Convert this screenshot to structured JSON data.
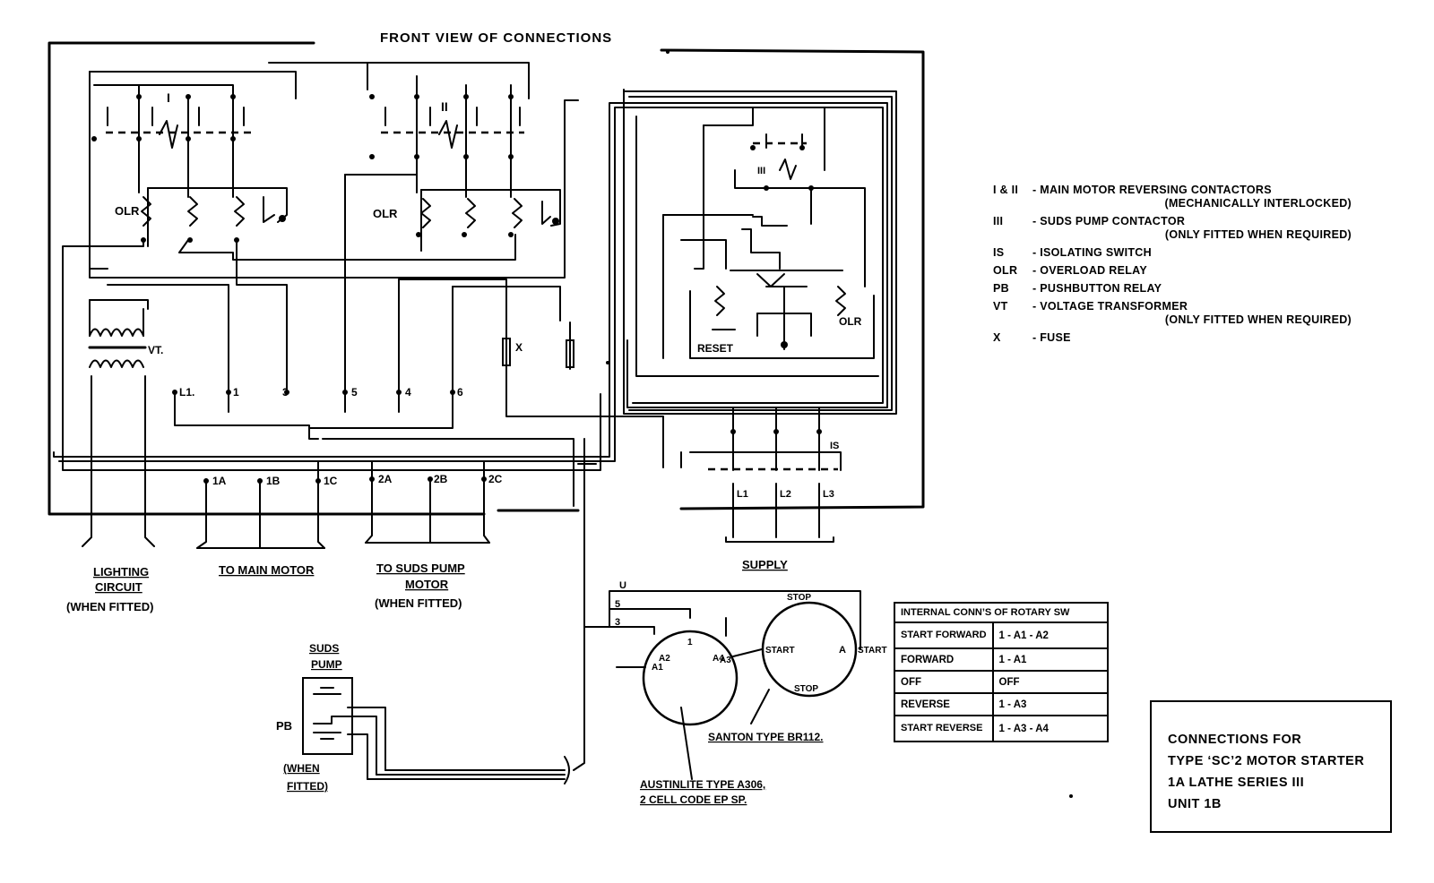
{
  "title": "FRONT VIEW OF CONNECTIONS",
  "components": {
    "contactor_1": "I",
    "contactor_2": "II",
    "contactor_3": "III",
    "olr_left": "OLR",
    "olr_mid": "OLR",
    "olr_right": "OLR",
    "vt": "VT.",
    "fuse": "X",
    "reset": "RESET",
    "isolator": "IS"
  },
  "terminals": {
    "t_l1": "L1.",
    "t_1": "1",
    "t_3": "3",
    "t_5": "5",
    "t_4": "4",
    "t_6": "6",
    "t_1a": "1A",
    "t_1b": "1B",
    "t_1c": "1C",
    "t_2a": "2A",
    "t_2b": "2B",
    "t_2c": "2C",
    "t_sl1": "L1",
    "t_sl2": "L2",
    "t_sl3": "L3"
  },
  "captions": {
    "lighting_1": "LIGHTING",
    "lighting_2": "CIRCUIT",
    "lighting_3": "(WHEN FITTED)",
    "main_motor": "TO MAIN MOTOR",
    "suds_motor_1": "TO SUDS PUMP",
    "suds_motor_2": "MOTOR",
    "suds_motor_3": "(WHEN FITTED)",
    "supply": "SUPPLY",
    "suds_pump_1": "SUDS",
    "suds_pump_2": "PUMP",
    "pb": "PB",
    "pb_when_1": "(WHEN",
    "pb_when_2": "FITTED)",
    "santon": "SANTON TYPE BR112.",
    "austinlite_1": "AUSTINLITE TYPE A306,",
    "austinlite_2": "2 CELL CODE EP SP."
  },
  "rotary": {
    "left_u": "U",
    "left_5": "5",
    "left_3": "3",
    "left_1": "1",
    "left_a2": "A2",
    "left_a4": "A4",
    "left_a1": "A1",
    "left_a3": "A3",
    "right_stop_top": "STOP",
    "right_start_left": "START",
    "right_a": "A",
    "right_start_right": "START",
    "right_stop_bottom": "STOP"
  },
  "legend": [
    {
      "key": "I & II",
      "desc": "- MAIN MOTOR REVERSING CONTACTORS",
      "sub": "(MECHANICALLY INTERLOCKED)"
    },
    {
      "key": "III",
      "desc": "- SUDS PUMP CONTACTOR",
      "sub": "(ONLY FITTED WHEN REQUIRED)"
    },
    {
      "key": "IS",
      "desc": "- ISOLATING SWITCH",
      "sub": ""
    },
    {
      "key": "OLR",
      "desc": "- OVERLOAD RELAY",
      "sub": ""
    },
    {
      "key": "PB",
      "desc": "- PUSHBUTTON RELAY",
      "sub": ""
    },
    {
      "key": "VT",
      "desc": "- VOLTAGE TRANSFORMER",
      "sub": "(ONLY FITTED WHEN REQUIRED)"
    },
    {
      "key": "X",
      "desc": "- FUSE",
      "sub": ""
    }
  ],
  "connections_table": {
    "header": "INTERNAL CONN’S OF ROTARY SW",
    "rows": [
      {
        "state": "START FORWARD",
        "conn": "1 - A1 - A2"
      },
      {
        "state": "FORWARD",
        "conn": "1 - A1"
      },
      {
        "state": "OFF",
        "conn": "OFF"
      },
      {
        "state": "REVERSE",
        "conn": "1 - A3"
      },
      {
        "state": "START REVERSE",
        "conn": "1 - A3 - A4"
      }
    ]
  },
  "title_block": {
    "line1": "CONNECTIONS FOR",
    "line2": "TYPE ‘SC’2 MOTOR STARTER",
    "line3": "1A LATHE SERIES III",
    "line4": "UNIT 1B"
  }
}
